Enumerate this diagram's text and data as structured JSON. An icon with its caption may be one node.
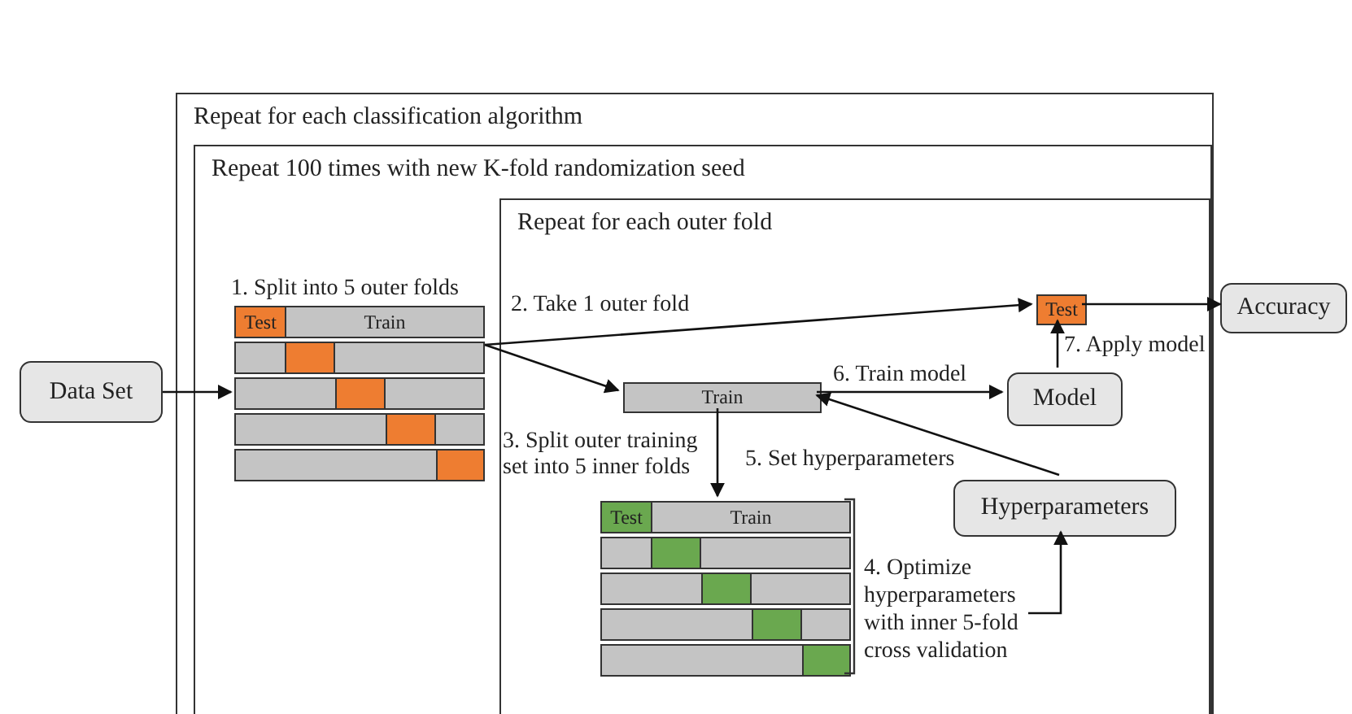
{
  "diagram": {
    "nodes": [
      {
        "text": [
          "Repeat for each classification algorithm"
        ]
      },
      {
        "text": [
          "Repeat 100 times with new K-fold randomization seed"
        ],
        "in": 0
      },
      {
        "text": [
          "Repeat for each outer fold"
        ],
        "in": 1
      },
      {
        "text": [
          "Data Set"
        ]
      },
      {
        "text": [
          "1. Split into 5 outer folds",
          "Test",
          "Train"
        ],
        "in": 1
      },
      {
        "text": [
          "Test"
        ],
        "in": 2
      },
      {
        "text": [
          "Accuracy"
        ]
      },
      {
        "text": [
          "Train"
        ],
        "in": 2
      },
      {
        "text": [
          "Model"
        ],
        "in": 2
      },
      {
        "text": [
          "Test",
          "Train"
        ],
        "in": 2
      },
      {
        "text": [
          "4. Optimize hyperparameters with inner 5-fold cross validation"
        ],
        "in": 2
      },
      {
        "text": [
          "Hyperparameters"
        ],
        "in": 2
      }
    ],
    "edges": [
      {
        "from": 3,
        "to": 4,
        "arrow": "to"
      },
      {
        "from": 4,
        "to": 5,
        "arrow": "to",
        "label": "2. Take 1 outer fold"
      },
      {
        "from": 4,
        "to": 7,
        "arrow": "to"
      },
      {
        "from": 5,
        "to": 6,
        "arrow": "to"
      },
      {
        "from": 7,
        "to": 9,
        "arrow": "to",
        "label": "3. Split outer training set into 5 inner folds"
      },
      {
        "from": 10,
        "to": 11,
        "arrow": "to"
      },
      {
        "from": 11,
        "to": 7,
        "arrow": "to",
        "label": "5. Set hyperparameters"
      },
      {
        "from": 7,
        "to": 8,
        "arrow": "to",
        "label": "6. Train model"
      },
      {
        "from": 8,
        "to": 5,
        "arrow": "to",
        "label": "7. Apply model"
      }
    ]
  }
}
